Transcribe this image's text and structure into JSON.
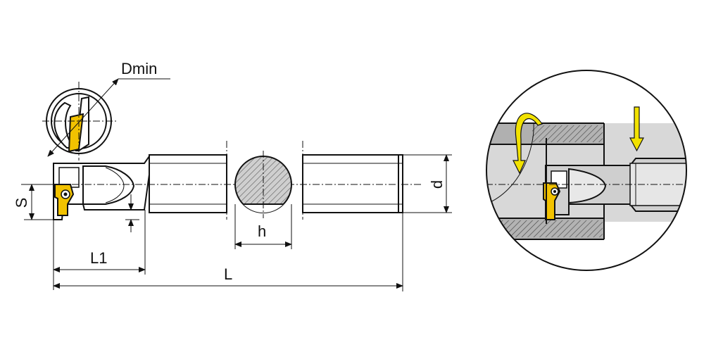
{
  "labels": {
    "dmin": "Dmin",
    "s": "S",
    "l1": "L1",
    "l": "L",
    "h": "h",
    "d": "d"
  },
  "colors": {
    "insert": "#f2c200",
    "line": "#111111",
    "detail_bg": "#d8d8d8",
    "workpiece": "#a9a9a9",
    "arrow": "#f2e200"
  },
  "icons": {
    "rotation": "curved-arrow-icon",
    "feed": "down-arrow-icon"
  }
}
